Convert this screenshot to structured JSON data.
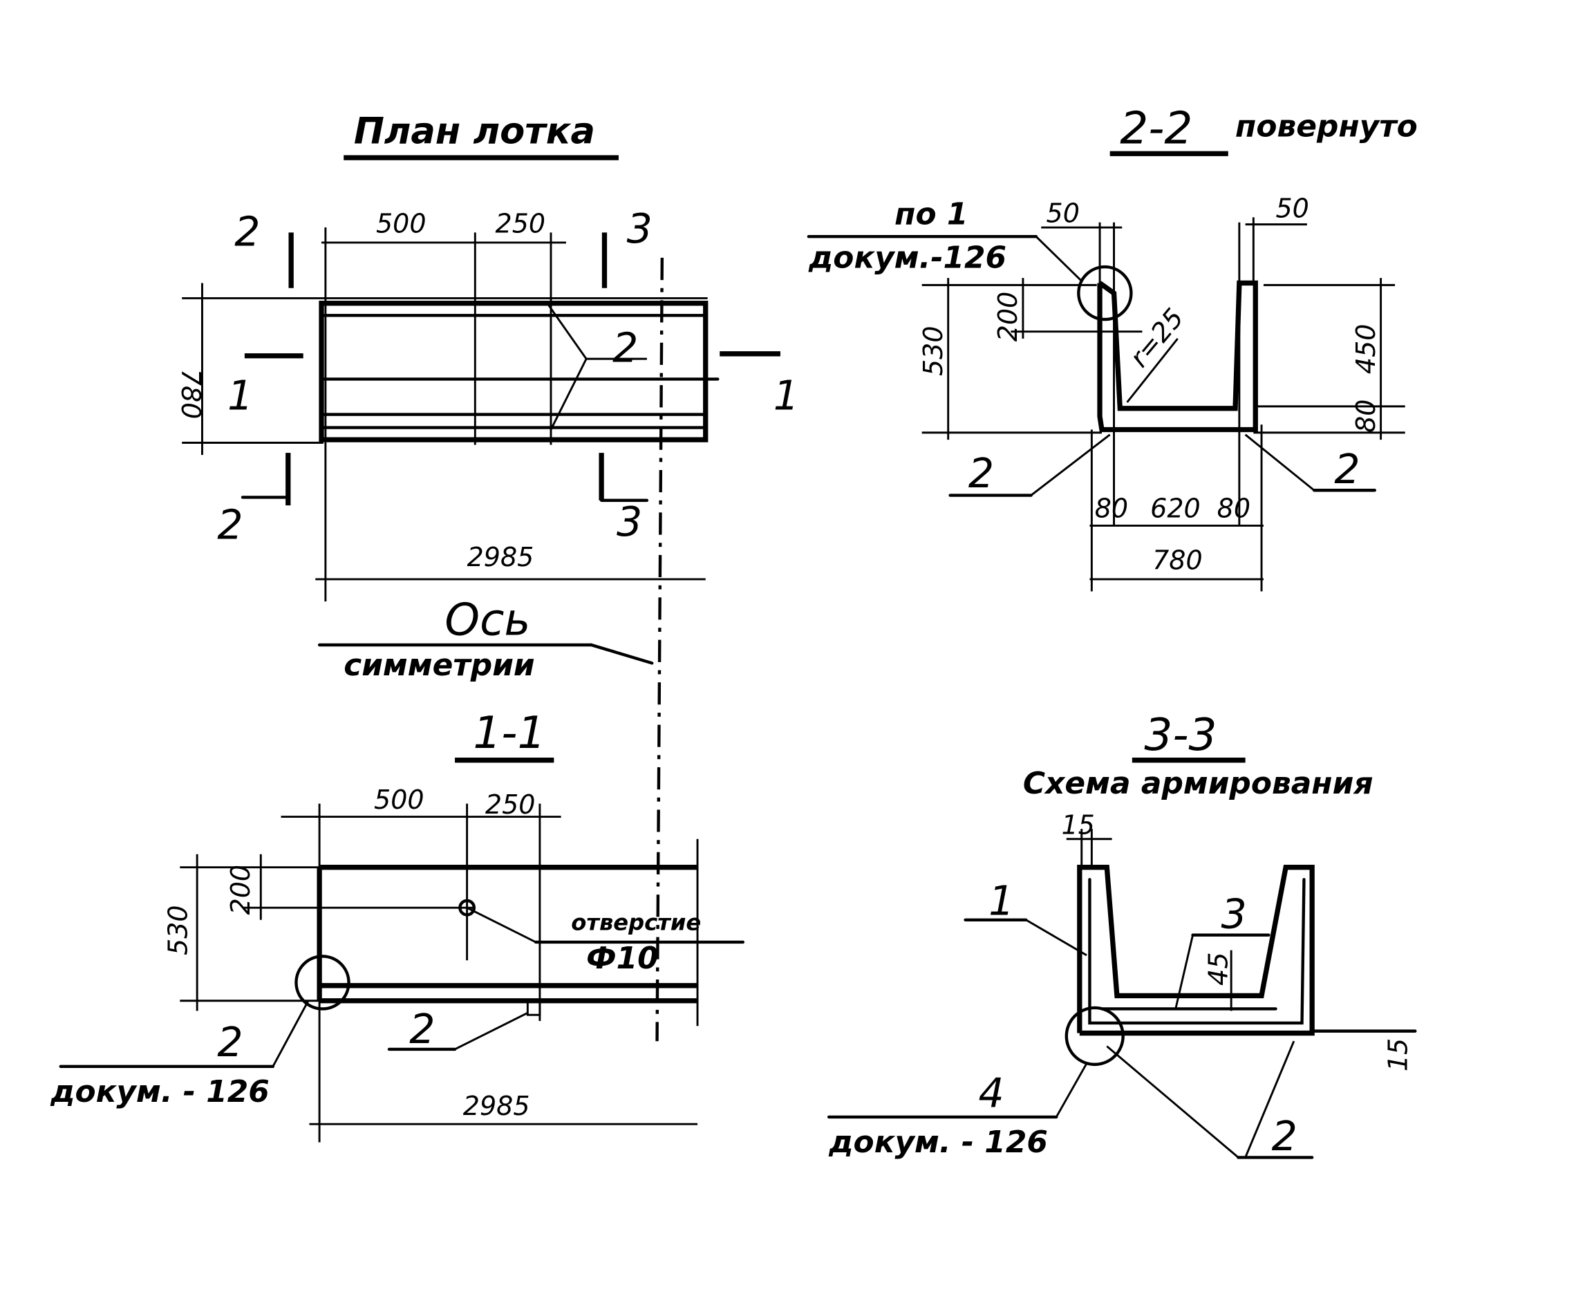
{
  "plan": {
    "title": "План лотка",
    "section_2": "2",
    "section_3": "3",
    "section_1": "1",
    "dim_500": "500",
    "dim_250": "250",
    "dim_780": "780",
    "dim_2985": "2985",
    "callout_2": "2",
    "axis_label_1": "Ось",
    "axis_label_2": "симметрии"
  },
  "section_1_1": {
    "title": "1-1",
    "dim_500": "500",
    "dim_250": "250",
    "dim_200": "200",
    "dim_530": "530",
    "hole_label_1": "отверстие",
    "hole_label_2": "Ф10",
    "callout_2a": "2",
    "callout_2b": "2",
    "ref": "докум. - 126",
    "dim_2985": "2985"
  },
  "section_2_2": {
    "title": "2-2",
    "subtitle": "повернуто",
    "ref_top": "по 1",
    "ref_doc": "докум.-126",
    "dim_50_left": "50",
    "dim_50_right": "50",
    "dim_200": "200",
    "dim_530": "530",
    "radius": "r=25",
    "dim_450": "450",
    "dim_80_right": "80",
    "callout_left": "2",
    "callout_right": "2",
    "dim_80a": "80",
    "dim_620": "620",
    "dim_80b": "80",
    "dim_780": "780"
  },
  "section_3_3": {
    "title": "3-3",
    "subtitle": "Схема армирования",
    "dim_15_top": "15",
    "callout_1": "1",
    "callout_3": "3",
    "dim_45": "45",
    "dim_15_right": "15",
    "callout_4": "4",
    "ref": "докум. - 126",
    "callout_2": "2"
  }
}
